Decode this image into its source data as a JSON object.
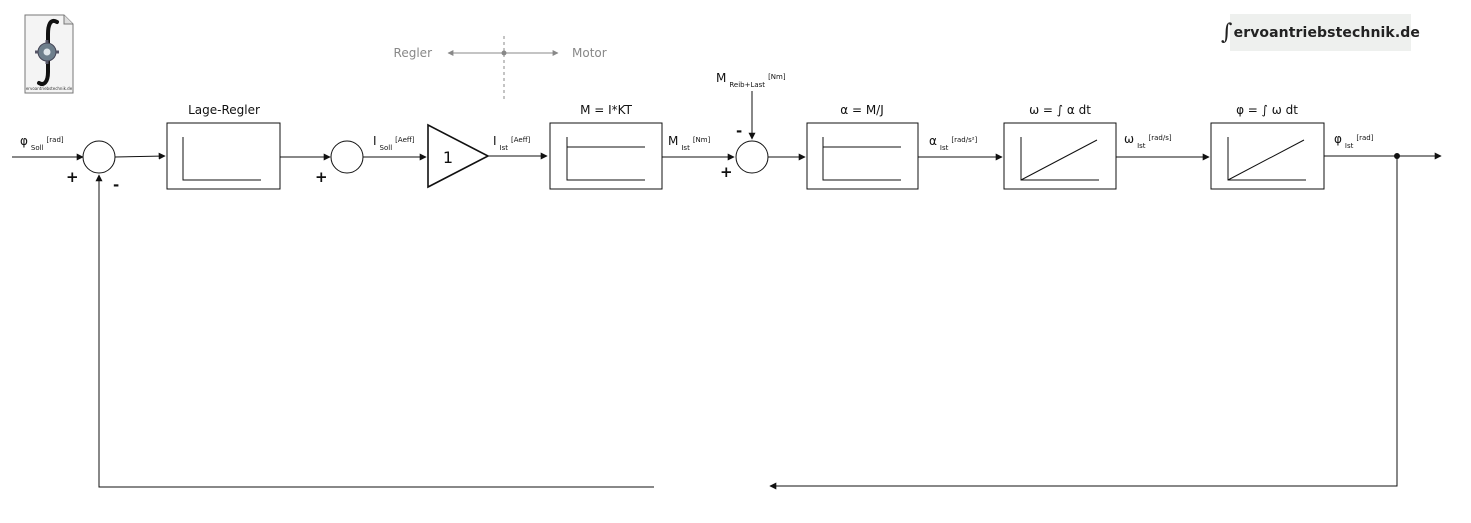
{
  "branding": {
    "text": "ervoantriebstechnik.de",
    "logo_caption": "ervoantriebstechnik.de"
  },
  "divider": {
    "left": "Regler",
    "right": "Motor"
  },
  "blocks": {
    "lage_regler": "Lage-Regler",
    "gain": "1",
    "torque": "M = I*KT",
    "accel": "α = M/J",
    "omega": "ω = ∫ α dt",
    "phi": "φ = ∫ ω dt"
  },
  "signals": {
    "phi_soll": {
      "main": "φ",
      "sub": "Soll",
      "unit": "[rad]"
    },
    "i_soll": {
      "main": "I",
      "sub": "Soll",
      "unit": "[Aeff]"
    },
    "i_ist": {
      "main": "I",
      "sub": "Ist",
      "unit": "[Aeff]"
    },
    "m_ist": {
      "main": "M",
      "sub": "Ist",
      "unit": "[Nm]"
    },
    "m_reib": {
      "main": "M",
      "sub": "Reib+Last",
      "unit": "[Nm]"
    },
    "alpha_ist": {
      "main": "α",
      "sub": "Ist",
      "unit": "[rad/s²]"
    },
    "omega_ist": {
      "main": "ω",
      "sub": "Ist",
      "unit": "[rad/s]"
    },
    "phi_ist": {
      "main": "φ",
      "sub": "Ist",
      "unit": "[rad]"
    }
  },
  "signs": {
    "sum1_plus": "+",
    "sum1_minus": "-",
    "sum2_plus": "+",
    "sum3_plus": "+",
    "sum3_minus": "-"
  },
  "colors": {
    "line": "#111111",
    "divider": "#888888",
    "brand_bg": "#eef0ee"
  }
}
